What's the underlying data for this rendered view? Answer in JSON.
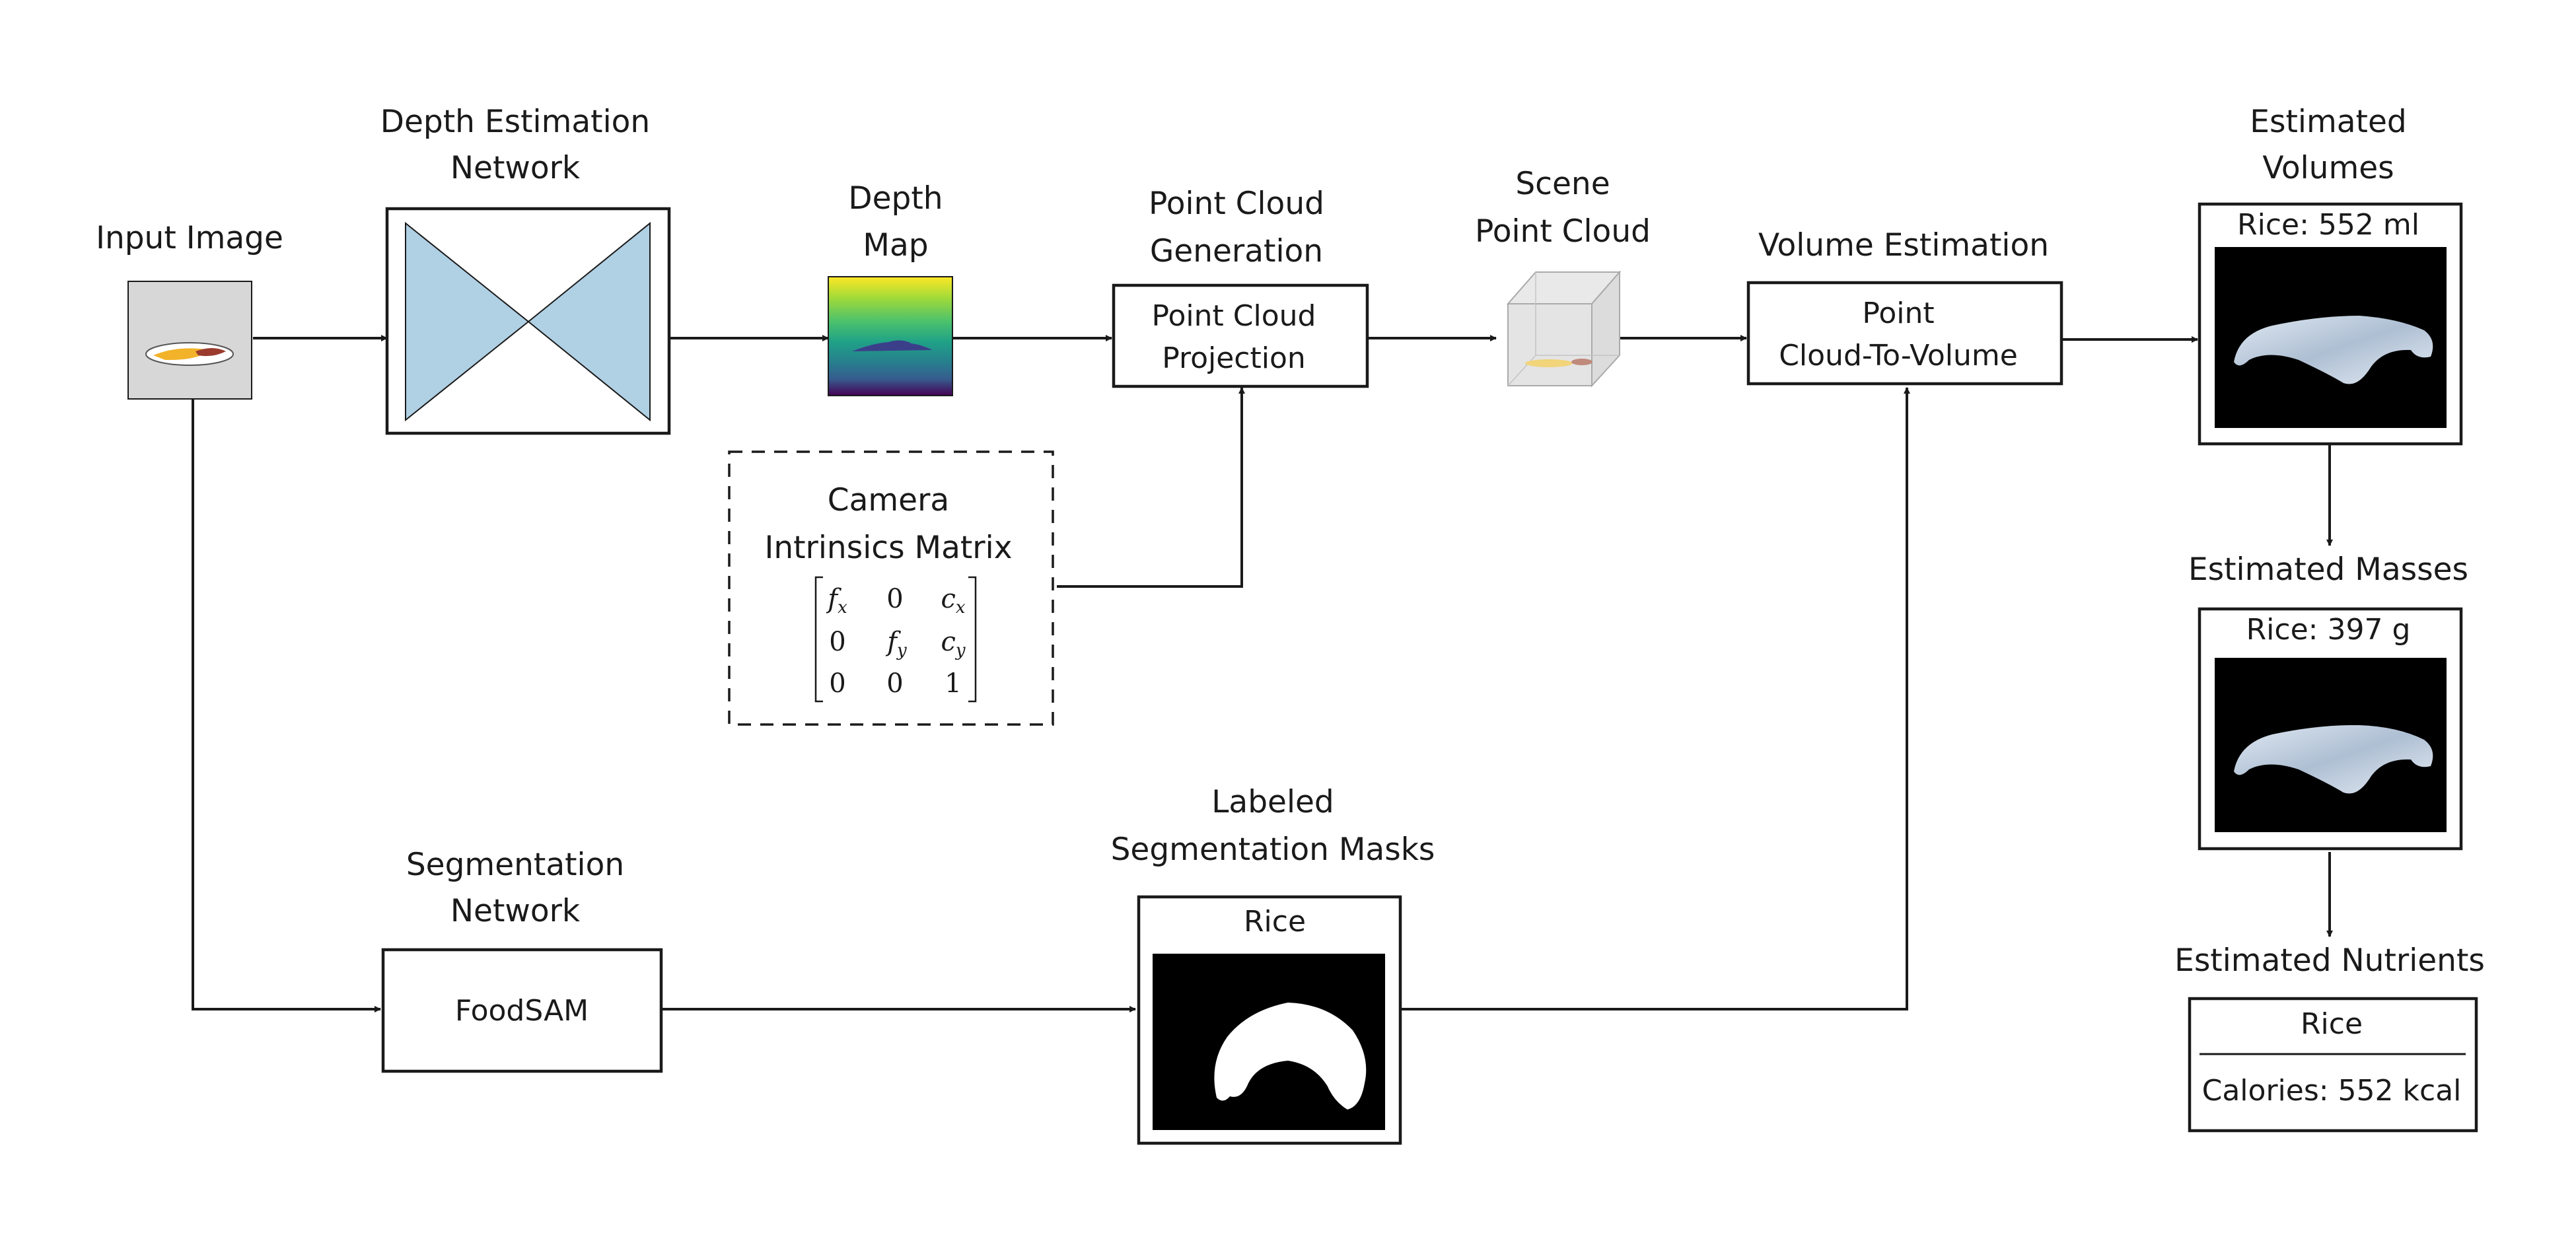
{
  "colors": {
    "network_fill": "#b0d0e4",
    "thumb_bg": "#d7d7d7",
    "mask_bg": "#000000",
    "food_light": "#c7d6e6",
    "stroke": "#1a1a1a"
  },
  "input": {
    "title": "Input Image"
  },
  "depth_net": {
    "title_line1": "Depth Estimation",
    "title_line2": "Network"
  },
  "depth_map": {
    "title_line1": "Depth",
    "title_line2": "Map"
  },
  "pc_gen": {
    "title_line1": "Point Cloud",
    "title_line2": "Generation",
    "box_line1": "Point Cloud",
    "box_line2": "Projection"
  },
  "camera": {
    "title_line1": "Camera",
    "title_line2": "Intrinsics Matrix",
    "matrix": [
      [
        "f",
        "0",
        "c"
      ],
      [
        "0",
        "f",
        "c"
      ],
      [
        "0",
        "0",
        "1"
      ]
    ],
    "subscripts": [
      [
        "x",
        "",
        "x"
      ],
      [
        "",
        "y",
        "y"
      ],
      [
        "",
        "",
        ""
      ]
    ]
  },
  "scene_pc": {
    "title_line1": "Scene",
    "title_line2": "Point Cloud"
  },
  "vol_est": {
    "title": "Volume Estimation",
    "box_line1": "Point",
    "box_line2": "Cloud-To-Volume"
  },
  "volumes": {
    "title_line1": "Estimated",
    "title_line2": "Volumes",
    "value": "Rice: 552 ml"
  },
  "masses": {
    "title": "Estimated Masses",
    "value": "Rice: 397 g"
  },
  "nutrients": {
    "title": "Estimated Nutrients",
    "food": "Rice",
    "value": "Calories: 552 kcal"
  },
  "seg_net": {
    "title_line1": "Segmentation",
    "title_line2": "Network",
    "box": "FoodSAM"
  },
  "masks": {
    "title_line1": "Labeled",
    "title_line2": "Segmentation Masks",
    "label": "Rice"
  }
}
